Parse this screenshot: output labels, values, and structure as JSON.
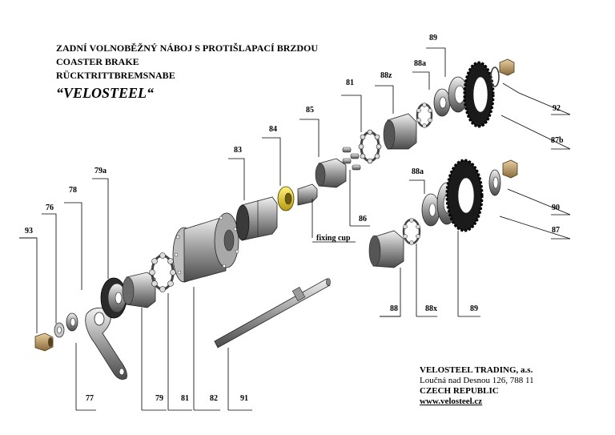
{
  "header": {
    "title_cz": "ZADNÍ VOLNOBĚŽNÝ NÁBOJ S PROTIŠLAPACÍ BRZDOU",
    "title_en": "COASTER BRAKE",
    "title_de": "RÜCKTRITTBREMSNABE",
    "brand": "“VELOSTEEL“"
  },
  "company": {
    "name": "VELOSTEEL TRADING, a.s.",
    "address": "Loučná nad Desnou 126, 788 11",
    "country": "CZECH REPUBLIC",
    "website": "www.velosteel.cz"
  },
  "callout": {
    "fixing_cup": "fixing cup"
  },
  "parts": [
    {
      "id": "p93",
      "label": "93"
    },
    {
      "id": "p76",
      "label": "76"
    },
    {
      "id": "p78",
      "label": "78"
    },
    {
      "id": "p79a",
      "label": "79a"
    },
    {
      "id": "p77",
      "label": "77"
    },
    {
      "id": "p79",
      "label": "79"
    },
    {
      "id": "p81a",
      "label": "81"
    },
    {
      "id": "p82",
      "label": "82"
    },
    {
      "id": "p91",
      "label": "91"
    },
    {
      "id": "p83",
      "label": "83"
    },
    {
      "id": "p84",
      "label": "84"
    },
    {
      "id": "p85",
      "label": "85"
    },
    {
      "id": "p81b",
      "label": "81"
    },
    {
      "id": "p86",
      "label": "86"
    },
    {
      "id": "p88z",
      "label": "88z"
    },
    {
      "id": "p88a1",
      "label": "88a"
    },
    {
      "id": "p89a",
      "label": "89"
    },
    {
      "id": "p92",
      "label": "92"
    },
    {
      "id": "p87b",
      "label": "87b"
    },
    {
      "id": "p88a2",
      "label": "88a"
    },
    {
      "id": "p90",
      "label": "90"
    },
    {
      "id": "p87",
      "label": "87"
    },
    {
      "id": "p88",
      "label": "88"
    },
    {
      "id": "p88x",
      "label": "88x"
    },
    {
      "id": "p89b",
      "label": "89"
    }
  ]
}
